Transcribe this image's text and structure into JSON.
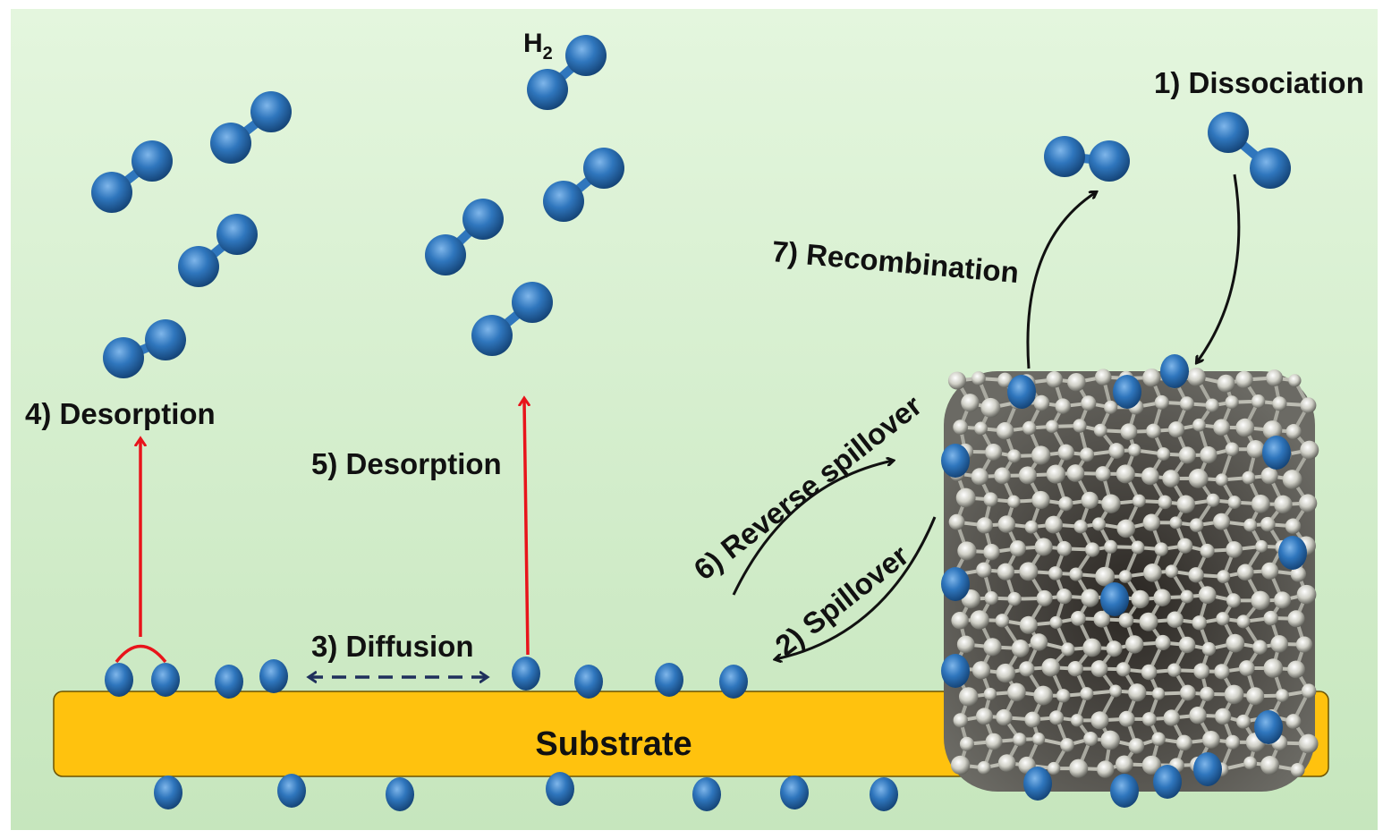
{
  "labels": {
    "h2": "H",
    "h2_sub": "2",
    "dissociation": "1) Dissociation",
    "spillover": "2) Spillover",
    "diffusion": "3) Diffusion",
    "desorption4": "4) Desorption",
    "desorption5": "5) Desorption",
    "reverse_spillover": "6) Reverse spillover",
    "recombination": "7) Recombination",
    "substrate": "Substrate"
  },
  "colors": {
    "hydrogen": "#2a6fb5",
    "substrate": "#ffc20e",
    "desorption_arrow": "#e8141b",
    "diffusion_arrow": "#1f2f5c",
    "cluster_atom": "#d9d9d0"
  }
}
